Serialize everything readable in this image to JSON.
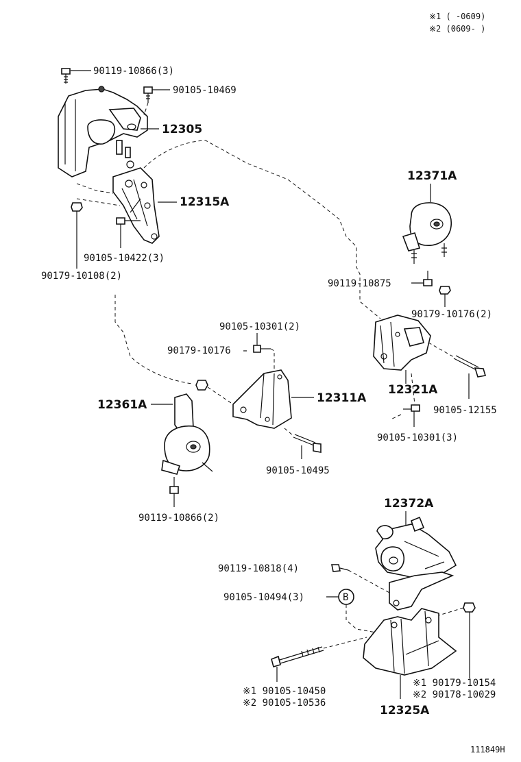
{
  "notes": {
    "note1": "※1 (    -0609)",
    "note2": "※2 (0609-    )"
  },
  "labels": {
    "p90119_10866_3": "90119-10866(3)",
    "p90105_10469": "90105-10469",
    "p12305": "12305",
    "p12315A": "12315A",
    "p90105_10422_3": "90105-10422(3)",
    "p90179_10108_2": "90179-10108(2)",
    "p12371A": "12371A",
    "p90119_10875": "90119-10875",
    "p90179_10176_2": "90179-10176(2)",
    "p90105_10301_2": "90105-10301(2)",
    "p90179_10176": "90179-10176",
    "p12311A": "12311A",
    "p12321A": "12321A",
    "p90105_12155": "90105-12155",
    "p90105_10301_3": "90105-10301(3)",
    "p12361A": "12361A",
    "p90105_10495": "90105-10495",
    "p90119_10866_2": "90119-10866(2)",
    "p12372A": "12372A",
    "p90119_10818_4": "90119-10818(4)",
    "p90105_10494_3": "90105-10494(3)",
    "ref_B": "B",
    "n1_90105_10450": "※1 90105-10450",
    "n2_90105_10536": "※2 90105-10536",
    "n1_90179_10154": "※1 90179-10154",
    "n2_90178_10029": "※2 90178-10029",
    "p12325A": "12325A"
  },
  "figure_id": "111849H"
}
